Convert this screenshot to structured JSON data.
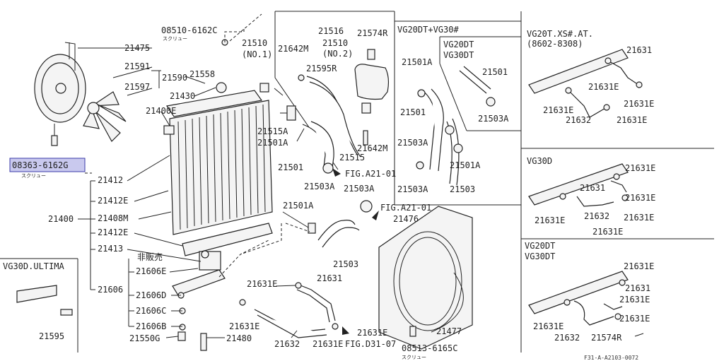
{
  "page": {
    "highlight_color": "#c9c9ee",
    "line_color": "#222222",
    "footer_code": "F31-A-A2103-0072"
  },
  "parts": [
    "08510-6162C",
    "21510 (NO.1)",
    "21516",
    "21574R",
    "21510 (NO.2)",
    "21642M",
    "21595R",
    "21475",
    "21591",
    "21597",
    "21590",
    "21558",
    "21430",
    "21400E",
    "21515A",
    "21501A",
    "08363-6162G",
    "21412",
    "21412E",
    "21400",
    "21408M",
    "21413",
    "21606",
    "21606E",
    "21606D",
    "21606C",
    "21606B",
    "21550G",
    "21480",
    "21501",
    "21503A",
    "21515",
    "FIG.A21-01",
    "21476",
    "21503",
    "21631E",
    "21631",
    "21632",
    "FIG.D31-07",
    "08513-6165C",
    "21477",
    "21595"
  ],
  "labels": {
    "screw": "スクリュー",
    "not_sold": "非販売",
    "p08510": "08510-6162C",
    "p21510n1a": "21510",
    "p21510n1b": "(NO.1)",
    "p21642m_a": "21642M",
    "p21516": "21516",
    "p21574r_a": "21574R",
    "p21510n2a": "21510",
    "p21510n2b": "(NO.2)",
    "p21595r": "21595R",
    "p21475": "21475",
    "p21591": "21591",
    "p21590": "21590",
    "p21597": "21597",
    "p21558": "21558",
    "p21430": "21430",
    "p21400e": "21400E",
    "p21515a": "21515A",
    "p21501a_a": "21501A",
    "p08363": "08363-6162G",
    "p21412": "21412",
    "p21412e_a": "21412E",
    "p21400": "21400",
    "p21408m": "21408M",
    "p21412e_b": "21412E",
    "p21413": "21413",
    "p21606e": "21606E",
    "p21606": "21606",
    "p21606d": "21606D",
    "p21606c": "21606C",
    "p21606b": "21606B",
    "p21550g": "21550G",
    "p21480": "21480",
    "p21501_a": "21501",
    "p21503a_a": "21503A",
    "p21503a_b": "21503A",
    "p21515": "21515",
    "p21642m_b": "21642M",
    "fig_a21_01a": "FIG.A21-01",
    "fig_a21_01b": "FIG.A21-01",
    "p21501a_b": "21501A",
    "p21476": "21476",
    "p21503": "21503",
    "p21631e_a": "21631E",
    "p21631_a": "21631",
    "p21631e_b": "21631E",
    "p21632_a": "21632",
    "p21631e_c": "21631E",
    "p21631e_d": "21631E",
    "fig_d31_07": "FIG.D31-07",
    "p08513": "08513-6165C",
    "p21477": "21477",
    "ultima_title": "VG30D.ULTIMA",
    "p21595": "21595"
  },
  "panels": {
    "vg20dt_vg30": {
      "title": "VG20DT+VG30#",
      "sub_title_a": "VG20DT",
      "sub_title_b": "VG30DT",
      "l_21501a": "21501A",
      "l_21501": "21501",
      "l_21503a_a": "21503A",
      "l_21501a_b": "21501A",
      "l_21503a_b": "21503A",
      "l_21503": "21503",
      "l_sub_21501": "21501",
      "l_sub_21503a": "21503A"
    },
    "vg20t": {
      "title_a": "VG20T.XS#.AT.",
      "title_b": "(8602-8308)",
      "l_21631": "21631",
      "l_21631e_a": "21631E",
      "l_21631e_b": "21631E",
      "l_21631e_c": "21631E",
      "l_21632": "21632"
    },
    "vg30d": {
      "title": "VG30D",
      "l_21631e_a": "21631E",
      "l_21631": "21631",
      "l_21631e_b": "21631E",
      "l_21632": "21632",
      "l_21631e_c": "21631E",
      "l_21631e_d": "21631E"
    },
    "vg20dt_vg30dt": {
      "title_a": "VG20DT",
      "title_b": "VG30DT",
      "l_21631e_a": "21631E",
      "l_21631": "21631",
      "l_21631e_b": "21631E",
      "l_21631e_c": "21631E",
      "l_21631e_d": "21631E",
      "l_21632": "21632",
      "l_21574r": "21574R"
    }
  }
}
